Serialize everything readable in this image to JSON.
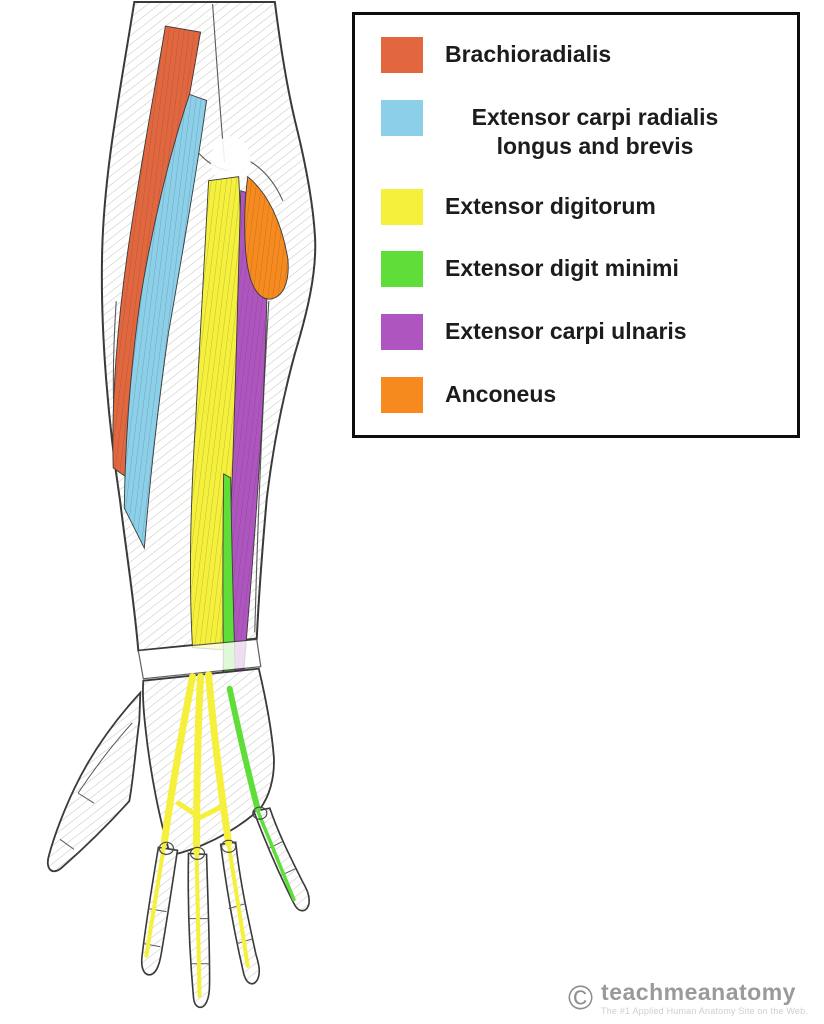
{
  "legend": {
    "items": [
      {
        "id": "brachioradialis",
        "label": "Brachioradialis",
        "color": "#E2673E"
      },
      {
        "id": "extensor-carpi-radialis",
        "label": "Extensor carpi radialis longus and brevis",
        "color": "#8BCFE8"
      },
      {
        "id": "extensor-digitorum",
        "label": "Extensor digitorum",
        "color": "#F5F03B"
      },
      {
        "id": "extensor-digit-minimi",
        "label": "Extensor digit minimi",
        "color": "#5FDE3A"
      },
      {
        "id": "extensor-carpi-ulnaris",
        "label": "Extensor carpi ulnaris",
        "color": "#AF55BF"
      },
      {
        "id": "anconeus",
        "label": "Anconeus",
        "color": "#F68A1F"
      }
    ]
  },
  "watermark": {
    "copyright_symbol": "©",
    "brand": "teachmeanatomy",
    "tagline": "The #1 Applied Human Anatomy Site on the Web."
  }
}
